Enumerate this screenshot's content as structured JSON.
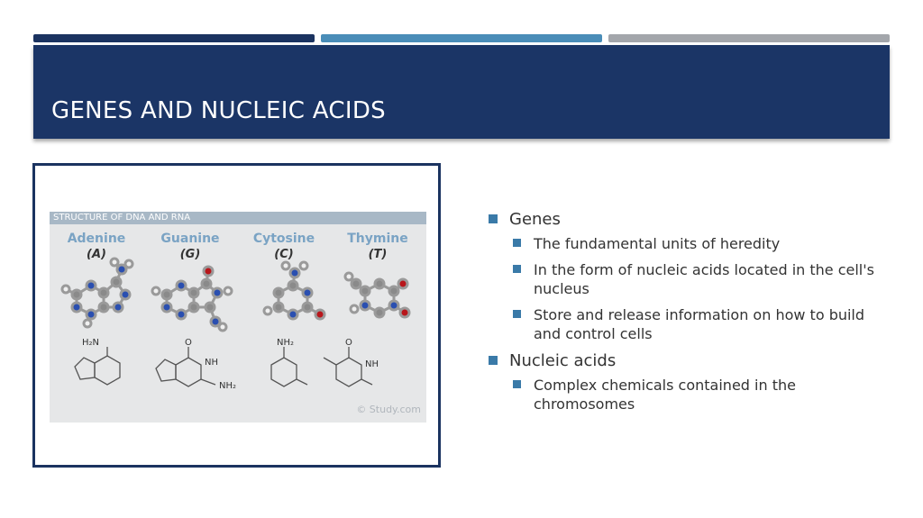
{
  "slide": {
    "title": "GENES AND NUCLEIC ACIDS"
  },
  "figure": {
    "strip_title": "STRUCTURE OF DNA AND RNA",
    "bases": [
      {
        "name": "Adenine",
        "letter": "(A)"
      },
      {
        "name": "Guanine",
        "letter": "(G)"
      },
      {
        "name": "Cytosine",
        "letter": "(C)"
      },
      {
        "name": "Thymine",
        "letter": "(T)"
      }
    ],
    "labels": {
      "adenine_amine": "H₂N",
      "guanine_o": "O",
      "guanine_nh": "NH",
      "guanine_nh2": "NH₂",
      "cytosine_nh2": "NH₂",
      "thymine_o": "O",
      "thymine_nh": "NH"
    },
    "watermark": "© Study.com",
    "colors": {
      "atom_blue": "#2a4fb0",
      "atom_red": "#b8161b",
      "atom_white": "#f0f0f0",
      "atom_gray": "#8a8a8a"
    }
  },
  "bullets": {
    "genes": "Genes",
    "genes_items": [
      "The fundamental units of heredity",
      "In the form of nucleic acids located in the cell's nucleus",
      "Store and release information on how to build and control cells"
    ],
    "nucleic": "Nucleic acids",
    "nucleic_items": [
      "Complex chemicals contained in the chromosomes"
    ]
  }
}
